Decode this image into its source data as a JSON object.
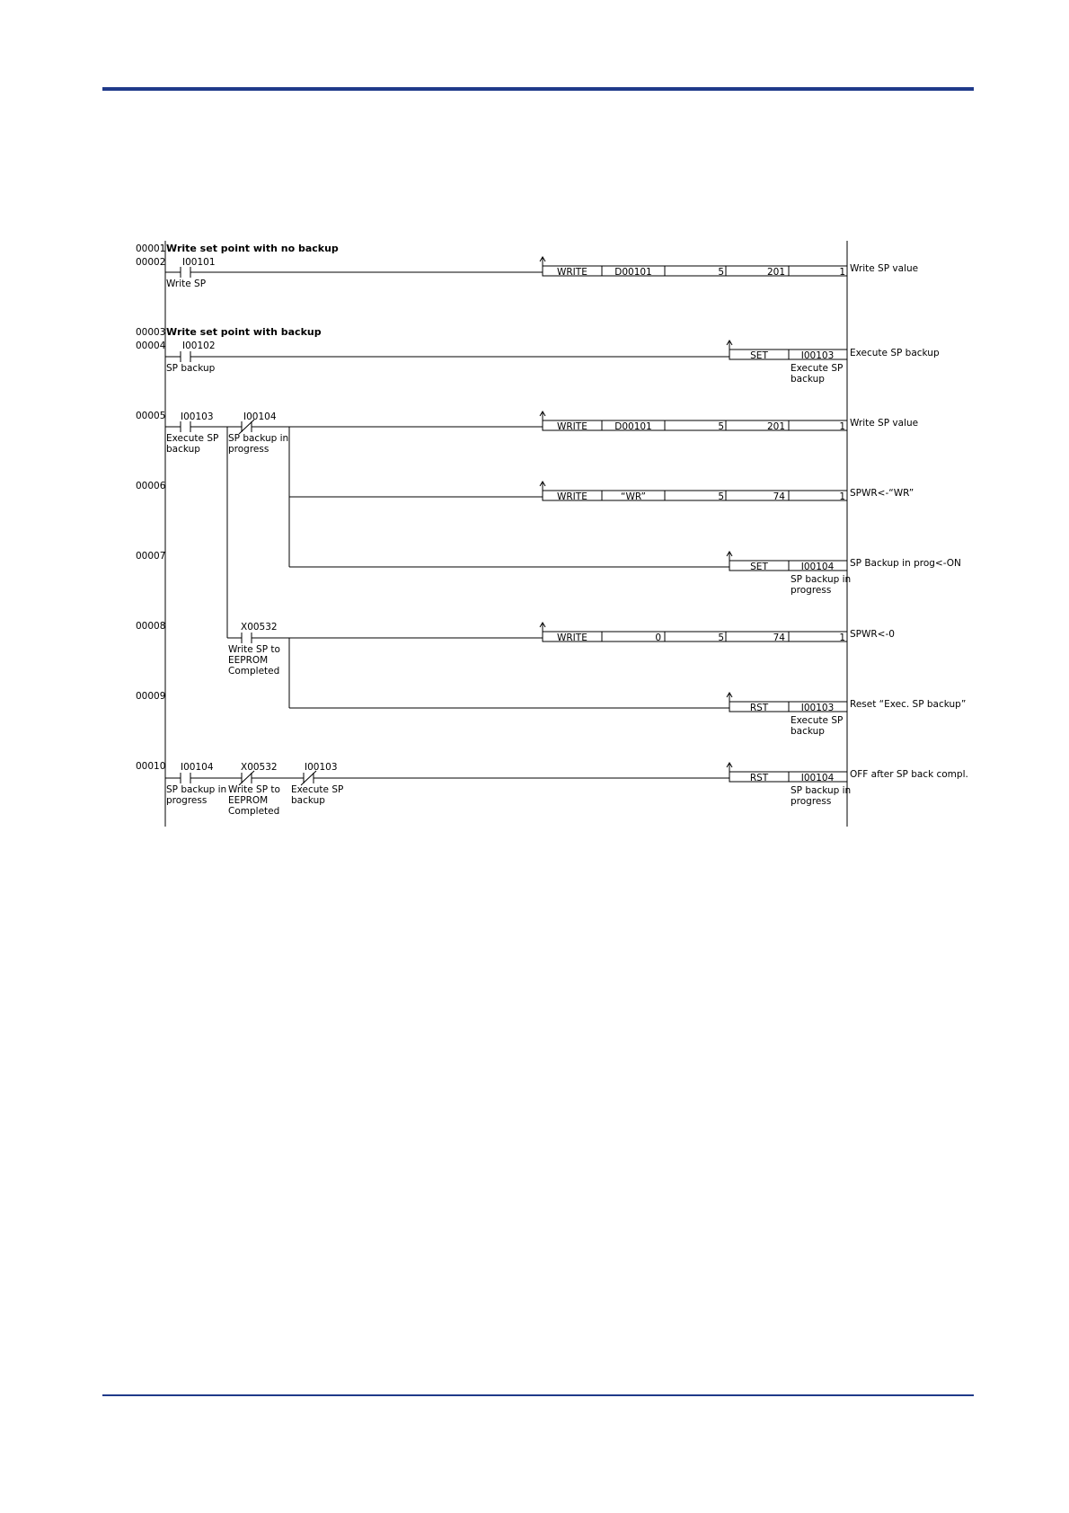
{
  "rows": [
    "00001",
    "00002",
    "00003",
    "00004",
    "00005",
    "00006",
    "00007",
    "00008",
    "00009",
    "00010"
  ],
  "headings": [
    "Write set point with no backup",
    "Write set point with backup"
  ],
  "contacts": [
    {
      "device": "I00101",
      "label": [
        "Write SP"
      ]
    },
    {
      "device": "I00102",
      "label": [
        "SP backup"
      ]
    },
    {
      "device": "I00103",
      "label": [
        "Execute SP",
        "backup"
      ]
    },
    {
      "device": "I00104",
      "label": [
        "SP backup in",
        "progress"
      ]
    },
    {
      "device": "X00532",
      "label": [
        "Write SP to",
        "EEPROM",
        "Completed"
      ]
    },
    {
      "device": "I00104",
      "label": [
        "SP backup in",
        "progress"
      ]
    },
    {
      "device": "X00532",
      "label": [
        "Write SP to",
        "EEPROM",
        "Completed"
      ]
    },
    {
      "device": "I00103",
      "label": [
        "Execute SP",
        "backup"
      ]
    }
  ],
  "instructions": [
    {
      "op": "WRITE",
      "args": [
        "D00101",
        "5",
        "201",
        "1"
      ]
    },
    {
      "op": "SET",
      "dev": "I00103",
      "label": [
        "Execute SP",
        "backup"
      ]
    },
    {
      "op": "WRITE",
      "args": [
        "D00101",
        "5",
        "201",
        "1"
      ]
    },
    {
      "op": "WRITE",
      "args": [
        "“WR”",
        "5",
        "74",
        "1"
      ]
    },
    {
      "op": "SET",
      "dev": "I00104",
      "label": [
        "SP backup in",
        "progress"
      ]
    },
    {
      "op": "WRITE",
      "args": [
        "0",
        "5",
        "74",
        "1"
      ]
    },
    {
      "op": "RST",
      "dev": "I00103",
      "label": [
        "Execute SP",
        "backup"
      ]
    },
    {
      "op": "RST",
      "dev": "I00104",
      "label": [
        "SP backup in",
        "progress"
      ]
    }
  ],
  "comments": [
    "Write SP value",
    "Execute SP backup",
    "Write SP value",
    "SPWR<-“WR”",
    "SP Backup in prog<-ON",
    "SPWR<-0",
    "Reset “Exec. SP backup”",
    "OFF after SP back compl."
  ]
}
